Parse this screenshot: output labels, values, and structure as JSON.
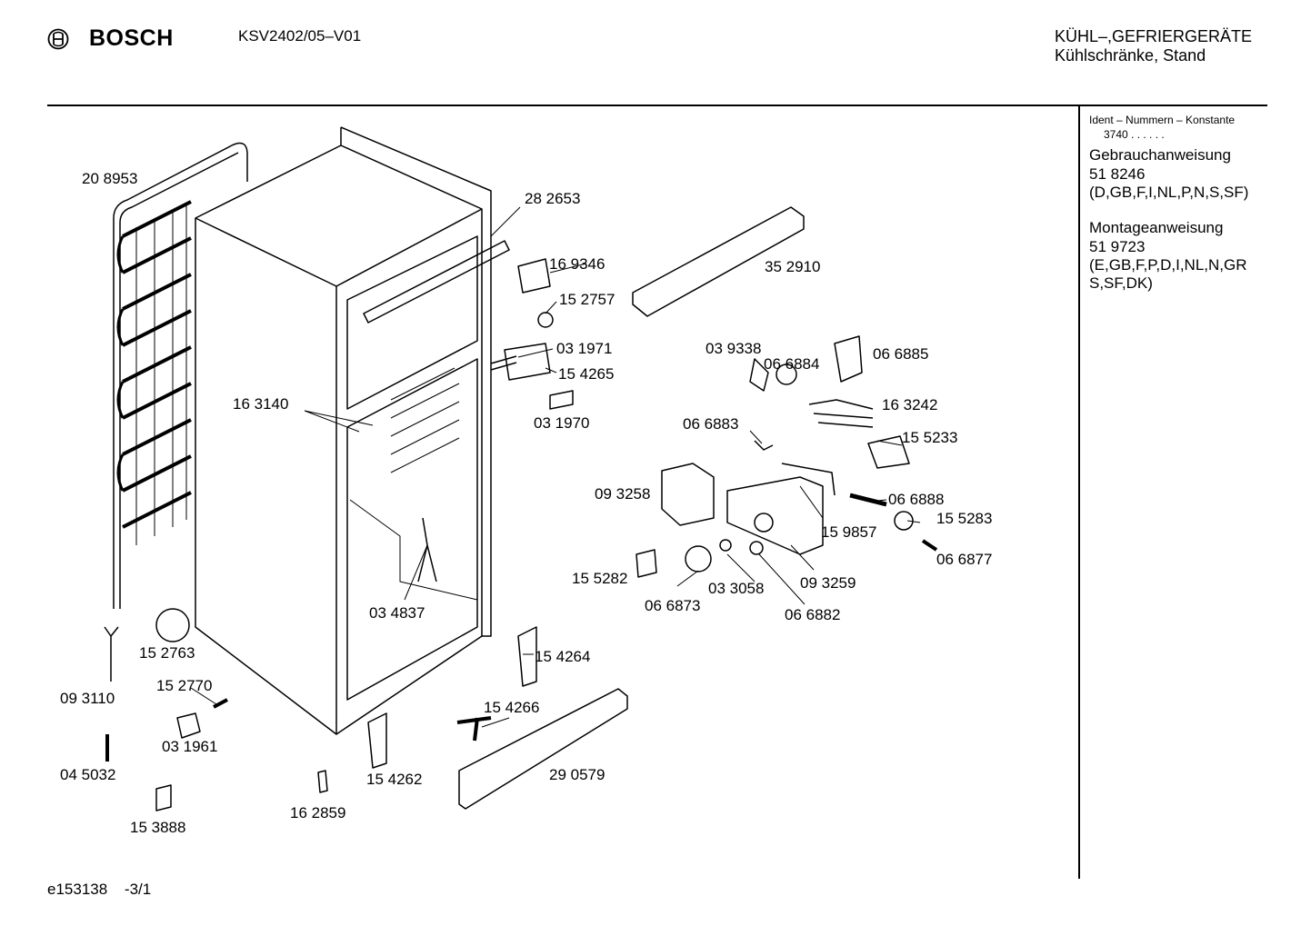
{
  "header": {
    "brand": "BOSCH",
    "model": "KSV2402/05–V01",
    "category_line1": "KÜHL–,GEFRIERGERÄTE",
    "category_line2": "Kühlschränke, Stand"
  },
  "sidebar": {
    "ident_title": "Ident – Nummern – Konstante",
    "ident_value": "3740  .  .  .  .  .  .",
    "manual1_title": "Gebrauchanweisung",
    "manual1_number": "51 8246",
    "manual1_langs": "(D,GB,F,I,NL,P,N,S,SF)",
    "manual2_title": "Montageanweisung",
    "manual2_number": "51 9723",
    "manual2_langs_line1": "(E,GB,F,P,D,I,NL,N,GR",
    "manual2_langs_line2": "S,SF,DK)"
  },
  "parts": [
    "20 8953",
    "28 2653",
    "16 9346",
    "15 2757",
    "35 2910",
    "03 1971",
    "15 4265",
    "03 1970",
    "16 3140",
    "03 9338",
    "06 6884",
    "06 6885",
    "16 3242",
    "06 6883",
    "15 5233",
    "09 3258",
    "06 6888",
    "15 9857",
    "15 5283",
    "06 6877",
    "15 5282",
    "03 3058",
    "09 3259",
    "06 6873",
    "06 6882",
    "03 4837",
    "15 2763",
    "09 3110",
    "15 2770",
    "15 4264",
    "03 1961",
    "15 4266",
    "04 5032",
    "29 0579",
    "15 4262",
    "16 2859",
    "15 3888"
  ],
  "footer": {
    "doc_id": "e153138",
    "page": "-3/1"
  }
}
